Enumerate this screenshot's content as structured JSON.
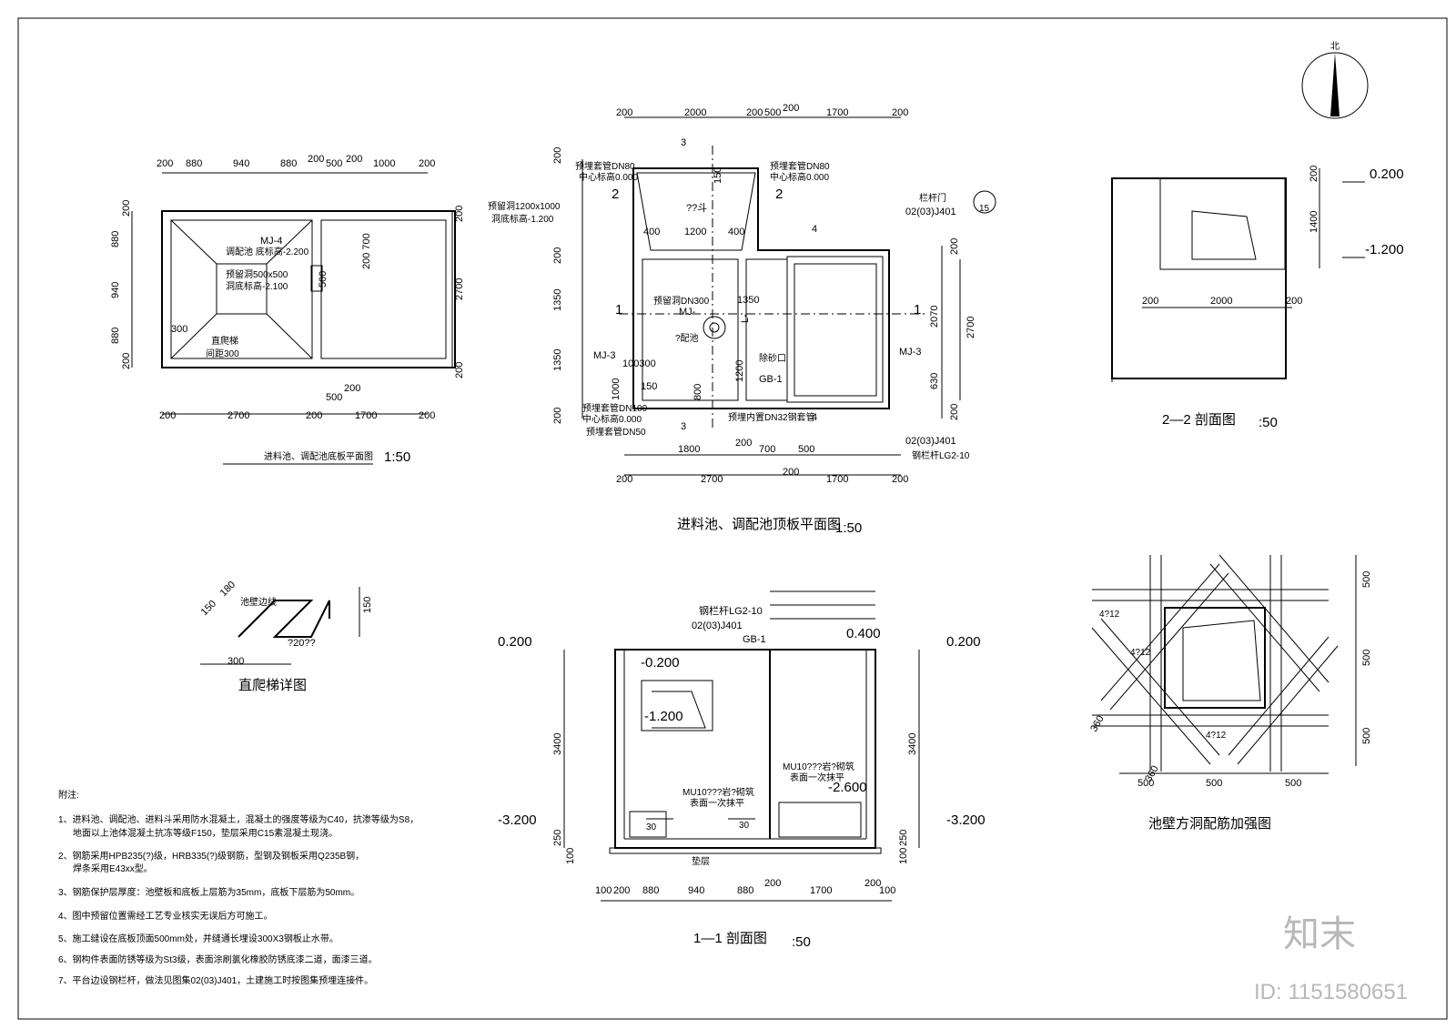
{
  "drawing": {
    "titles": {
      "base_plan": "进料池、调配池底板平面图",
      "base_plan_scale": "1:50",
      "top_plan": "进料池、调配池顶板平面图",
      "top_plan_scale": "1:50",
      "section_22": "2—2 剖面图",
      "section_22_scale": ":50",
      "section_11": "1—1 剖面图",
      "section_11_scale": ":50",
      "ladder": "直爬梯详图",
      "rebar": "池壁方洞配筋加强图",
      "north": "北"
    },
    "base_plan": {
      "top_dims": [
        "200",
        "880",
        "940",
        "880",
        "200",
        "500",
        "200",
        "1000",
        "200"
      ],
      "bottom_dims": [
        "200",
        "2700",
        "200",
        "1700",
        "200"
      ],
      "bottom_mid": [
        "500",
        "200"
      ],
      "left_dims": [
        "200",
        "880",
        "940",
        "880",
        "200"
      ],
      "right_dims": [
        "200",
        "2700",
        "200"
      ],
      "labels": [
        "MJ-4",
        "调配池  底标高-2.200",
        "预留洞500x500",
        "洞底标高-2.100",
        "200 700",
        "500",
        "300",
        "直爬梯",
        "间距300"
      ]
    },
    "top_plan": {
      "top_dims": [
        "200",
        "2000",
        "200",
        "500",
        "200",
        "1700",
        "200"
      ],
      "mid_dims": [
        "1800",
        "200",
        "700",
        "500"
      ],
      "bottom_dims": [
        "200",
        "2700",
        "200",
        "1700",
        "200"
      ],
      "left_dims": [
        "200",
        "200",
        "1350",
        "1350",
        "200"
      ],
      "right_dims": [
        "200",
        "2070",
        "630",
        "200",
        "2700"
      ],
      "labels": [
        "预埋套管DN80",
        "中心标高0.000",
        "2",
        "预留洞1200x1000",
        "洞底标高-1.200",
        "??斗",
        "400",
        "1200",
        "400",
        "150",
        "预埋套管DN80",
        "中心标高0.000",
        "2",
        "栏杆门",
        "02(03)J401",
        "15",
        "预留洞DN300",
        "MJ-",
        "?配池",
        "1350",
        "L-",
        "1200",
        "除砂口",
        "GB-1",
        "MJ-3",
        "100300",
        "1000",
        "150",
        "800",
        "MJ-3",
        "预埋套管DN100",
        "中心标高0.000",
        "预埋套管DN50",
        "预埋内置DN32钢套管",
        "1",
        "1",
        "3",
        "3",
        "4",
        "4",
        "02(03)J401",
        "钢栏杆LG2-10"
      ]
    },
    "section_22": {
      "elevations": [
        "0.200",
        "-1.200"
      ],
      "dims": [
        "200",
        "1400",
        "200",
        "2000",
        "200"
      ]
    },
    "section_11": {
      "elevations": [
        "0.200",
        "-0.200",
        "-1.200",
        "0.400",
        "0.200",
        "-3.200",
        "-2.600",
        "-3.200"
      ],
      "labels": [
        "钢栏杆LG2-10",
        "02(03)J401",
        "GB-1",
        "MU10???岩?砌筑",
        "表面一次抹平",
        "MU10???岩?砌筑",
        "表面一次抹平",
        "30",
        "30",
        "垫层"
      ],
      "left_dims": [
        "3400",
        "250",
        "100"
      ],
      "right_dims": [
        "3400",
        "250",
        "100"
      ],
      "bottom_dims": [
        "100",
        "200",
        "880",
        "940",
        "880",
        "200",
        "1700",
        "200",
        "100"
      ]
    },
    "ladder": {
      "dims": [
        "150",
        "180",
        "150",
        "300"
      ],
      "labels": [
        "池壁边线",
        "?20??"
      ]
    },
    "rebar": {
      "right_dims": [
        "500",
        "500",
        "500"
      ],
      "bottom_dims": [
        "500",
        "500",
        "500"
      ],
      "labels": [
        "4?12",
        "4?12",
        "4?12",
        "360",
        "360"
      ]
    },
    "notes": {
      "heading": "附注:",
      "items": [
        "1、进料池、调配池、进料斗采用防水混凝土，混凝土的强度等级为C40，抗渗等级为S8，",
        "地面以上池体混凝土抗冻等级F150，垫层采用C15素混凝土现浇。",
        "2、钢筋采用HPB235(?)级，HRB335(?)级钢筋，型钢及钢板采用Q235B钢，",
        "焊条采用E43xx型。",
        "3、钢筋保护层厚度：池壁板和底板上层筋为35mm，底板下层筋为50mm。",
        "4、图中预留位置需经工艺专业核实无误后方可施工。",
        "5、施工缝设在底板顶面500mm处，并缝通长埋设300X3钢板止水带。",
        "6、钢构件表面防锈等级为St3级，表面涂刷氯化橡胶防锈底漆二道，面漆三道。",
        "7、平台边设钢栏杆，做法见图集02(03)J401，土建施工时按图集预埋连接件。"
      ]
    },
    "watermark": {
      "logo": "知末",
      "id": "ID: 1151580651"
    }
  }
}
